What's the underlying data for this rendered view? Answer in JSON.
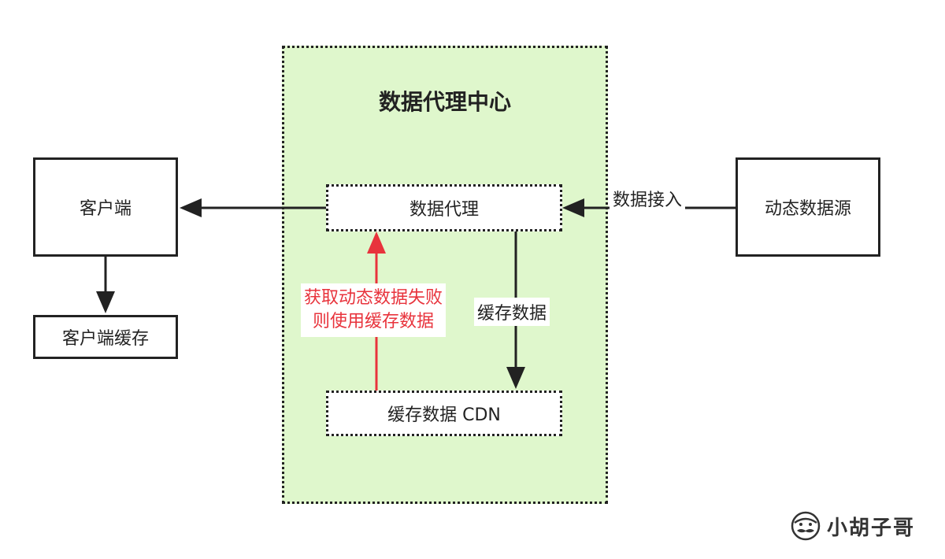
{
  "container": {
    "title": "数据代理中心"
  },
  "nodes": {
    "client": "客户端",
    "client_cache": "客户端缓存",
    "data_proxy": "数据代理",
    "cache_cdn": "缓存数据 CDN",
    "dynamic_source": "动态数据源"
  },
  "edge_labels": {
    "data_ingest": "数据接入",
    "cache_data": "缓存数据",
    "fallback_line1": "获取动态数据失败",
    "fallback_line2": "则使用缓存数据"
  },
  "colors": {
    "container_fill": "#dff7cc",
    "fallback_arrow": "#e8333c"
  },
  "watermark": "小胡子哥"
}
